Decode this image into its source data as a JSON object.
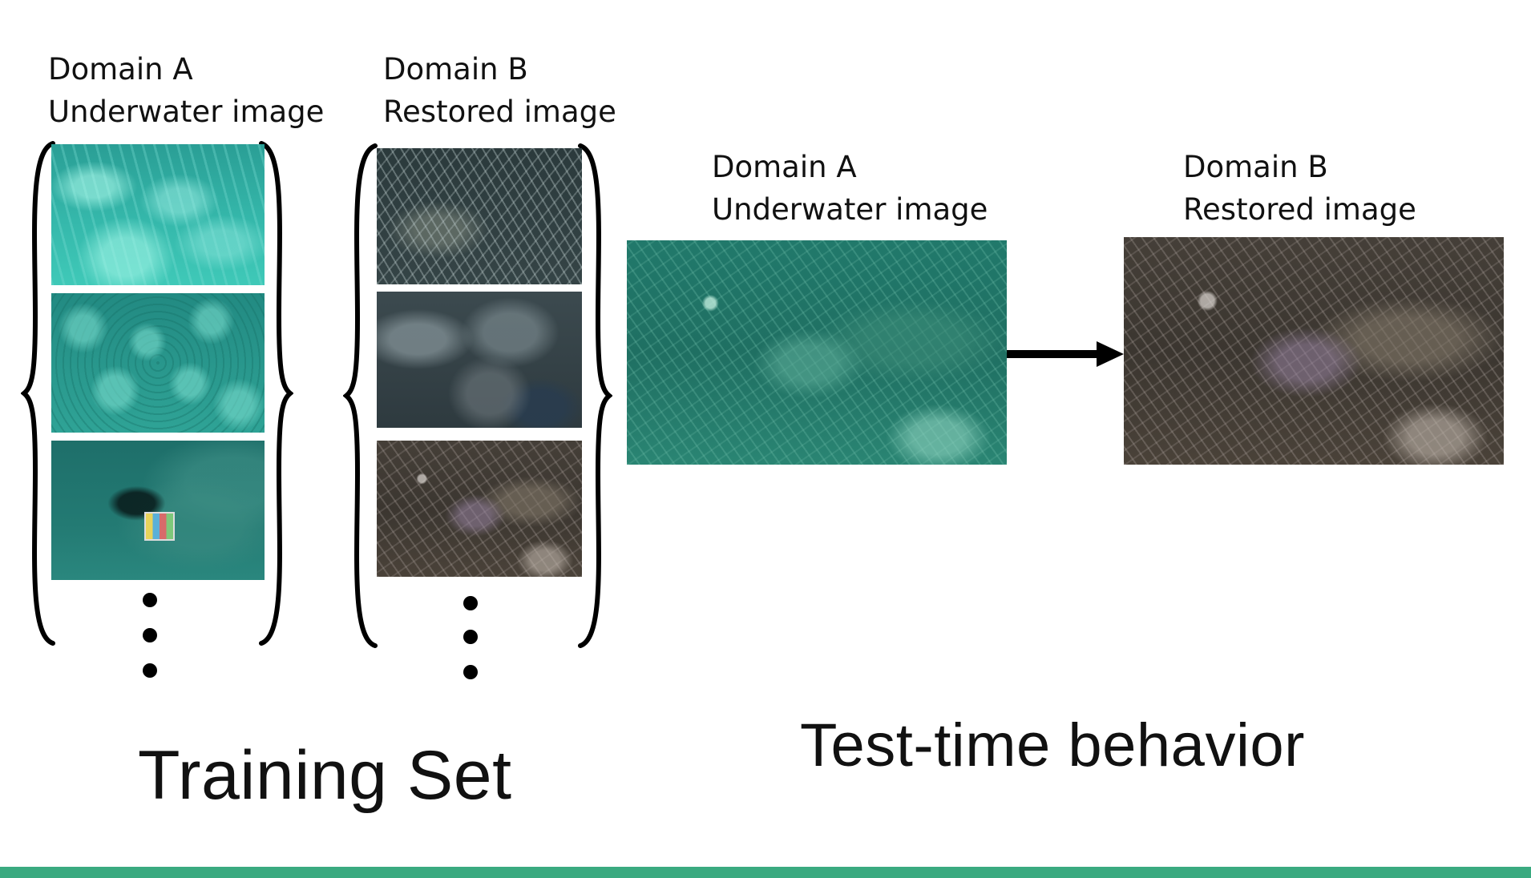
{
  "training": {
    "domain_a": {
      "line1": "Domain A",
      "line2": "Underwater image"
    },
    "domain_b": {
      "line1": "Domain B",
      "line2": "Restored image"
    },
    "title": "Training Set"
  },
  "test": {
    "domain_a": {
      "line1": "Domain A",
      "line2": "Underwater image"
    },
    "domain_b": {
      "line1": "Domain B",
      "line2": "Restored image"
    },
    "title": "Test-time behavior"
  },
  "colors": {
    "footer_bar": "#3aaa80",
    "underwater_tint": "#2a9e95",
    "restored_tint": "#3b3630"
  }
}
